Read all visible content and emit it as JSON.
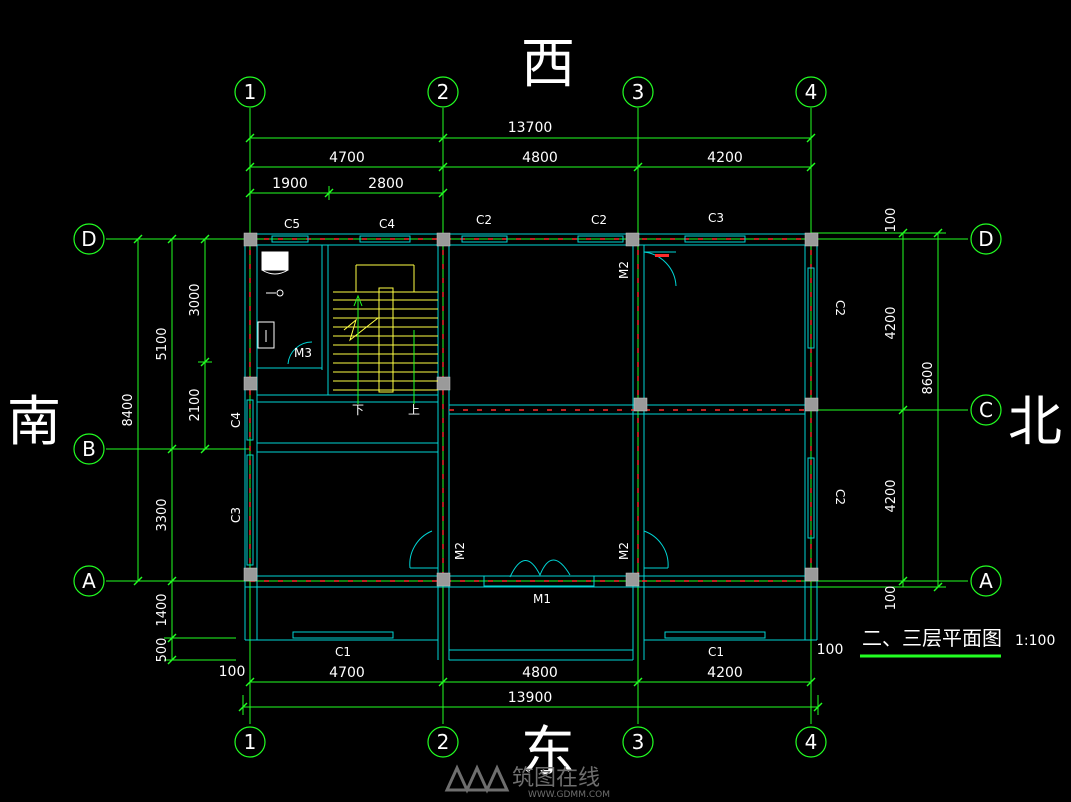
{
  "colors": {
    "axis": "#22ff22",
    "dim": "#22ff22",
    "wall": "#00d4d4",
    "wallRed": "#ff2a2a",
    "column": "#9a9a9a",
    "stair": "#ffff44",
    "text": "#ffffff"
  },
  "compass": {
    "west": "西",
    "east": "东",
    "south": "南",
    "north": "北"
  },
  "grid": {
    "cols": [
      "1",
      "2",
      "3",
      "4"
    ],
    "rows_left": [
      "D",
      "B",
      "A"
    ],
    "rows_right": [
      "D",
      "C",
      "A"
    ]
  },
  "dims_top": {
    "total": "13700",
    "seg1": "4700",
    "seg2": "4800",
    "seg3": "4200",
    "sub1": "1900",
    "sub2": "2800"
  },
  "dims_bottom": {
    "seg1": "4700",
    "seg2": "4800",
    "seg3": "4200",
    "total": "13900",
    "left_off": "100",
    "right_off": "100"
  },
  "dims_left": {
    "total": "8400",
    "a": "5100",
    "b": "3300",
    "c": "3000",
    "d": "2100",
    "e": "1400",
    "f": "500"
  },
  "dims_right": {
    "top": "100",
    "a": "4200",
    "b": "4200",
    "total": "8600",
    "bottom": "100"
  },
  "labels": {
    "c5": "C5",
    "c4_top": "C4",
    "c2_a": "C2",
    "c2_b": "C2",
    "c3_top": "C3",
    "c4_left": "C4",
    "c3_left": "C3",
    "c2_right1": "C2",
    "c2_right2": "C2",
    "c1_left": "C1",
    "c1_right": "C1",
    "m1": "M1",
    "m2_a": "M2",
    "m2_b": "M2",
    "m2_c": "M2",
    "m3": "M3",
    "stair_down": "下",
    "stair_up": "上"
  },
  "title": {
    "text": "二、三层平面图",
    "scale": "1:100"
  },
  "watermark": {
    "brand": "筑图在线",
    "url": "WWW.GDMM.COM"
  }
}
